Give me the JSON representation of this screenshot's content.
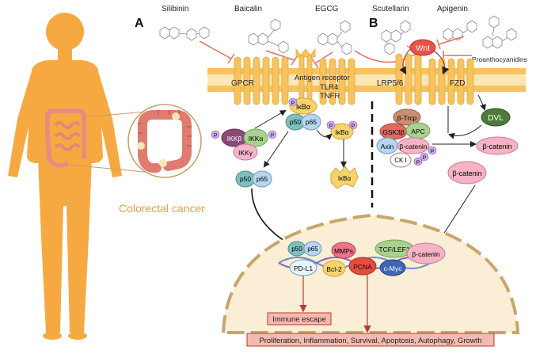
{
  "panel_labels": {
    "a": "A",
    "b": "B"
  },
  "compounds": {
    "silibinin": "Silibinin",
    "baicalin": "Baicalin",
    "egcg": "EGCG",
    "scutellarin": "Scutellarin",
    "apigenin": "Apigenin",
    "proanthocyanidins": "Proanthocyanidins"
  },
  "cancer_label": "Colorectal cancer",
  "receptors": {
    "gpcr": "GPCR",
    "antigen": "Antigen receptor",
    "tlr4": "TLR4",
    "tnfr": "TNFR",
    "lrp": "LRP5/6",
    "fzd": "FZD"
  },
  "nfkb": {
    "ikba": "IκBα",
    "p50": "p50",
    "p65": "p65",
    "ikkb": "IKKβ",
    "ikka": "IKKα",
    "ikkg": "IKKγ",
    "p": "P"
  },
  "wnt": {
    "wnt": "Wnt",
    "dvl": "DVL",
    "btrcp": "β-Trcp",
    "gsk3b": "GSK3β",
    "apc": "APC",
    "axin": "Axin",
    "bcatenin": "β-catenin",
    "ck1": "CK I"
  },
  "nucleus": {
    "p50": "p50",
    "p65": "p65",
    "mmps": "MMPs",
    "tcf": "TCF/LEF1",
    "bcatenin": "β-catenin",
    "pdl1": "PD-L1",
    "bcl2": "Bcl-2",
    "pcna": "PCNA",
    "cmyc": "c-Myc"
  },
  "outcomes": {
    "immune": "Immune escape",
    "proliferation": "Proliferation, Inflammation, Survival, Apoptosis, Autophagy, Growth"
  },
  "colors": {
    "membrane": "#f6c35f",
    "body": "#f7a941",
    "cytoplasm": "#faefd6",
    "inhibit": "#e8705f",
    "outcome_fill": "#f4b9b1",
    "outcome_border": "#c0392b"
  }
}
